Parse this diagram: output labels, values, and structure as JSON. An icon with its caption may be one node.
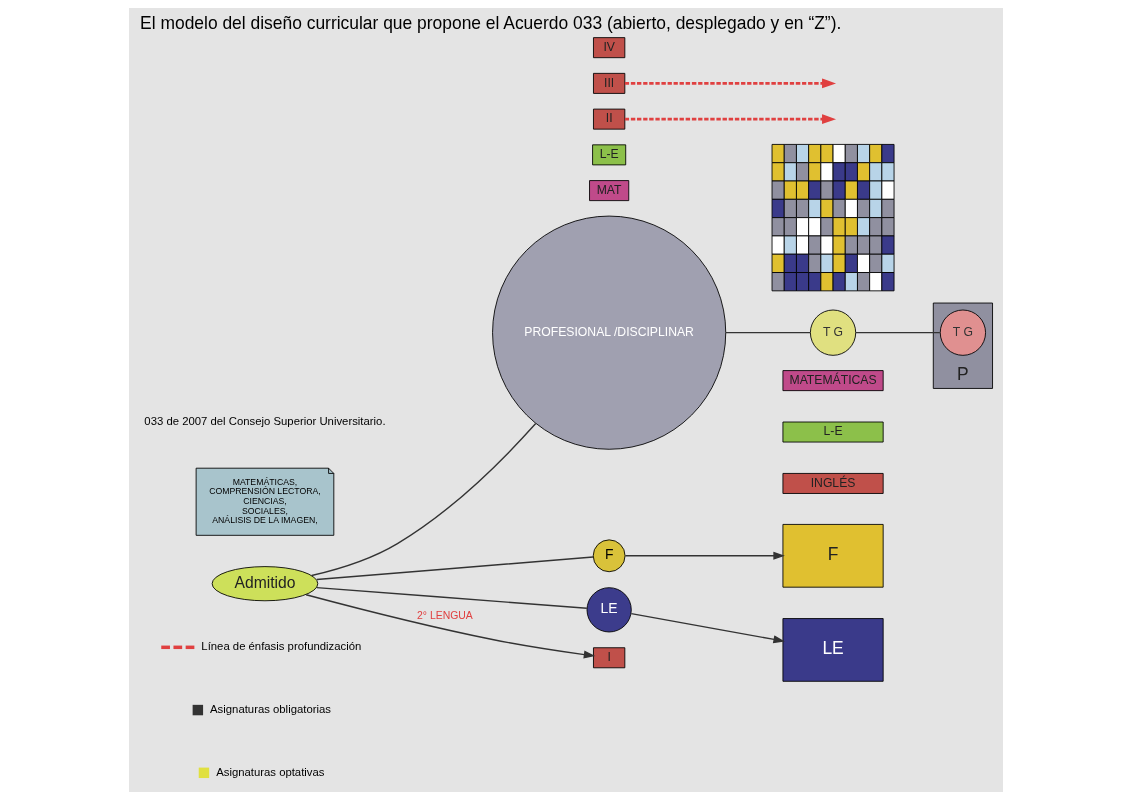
{
  "diagram": {
    "title": "El modelo del diseño curricular que propone el Acuerdo 033 (abierto, desplegado y en “Z”).",
    "nodes": [
      {
        "text": [
          "MATEMÁTICAS, COMPRENSIÓN LECTORA, CIENCIAS, SOCIALES, ANÁLISIS DE LA IMAGEN,"
        ]
      },
      {
        "text": [
          "Admitido"
        ]
      },
      {
        "text": [
          "F"
        ]
      },
      {
        "text": [
          "PROFESIONAL /DISCIPLINAR"
        ]
      },
      {
        "text": [
          "LE"
        ]
      },
      {
        "text": [
          "MAT"
        ]
      },
      {
        "text": [
          "L-E"
        ]
      },
      {
        "text": [
          "I"
        ]
      },
      {
        "text": [
          "II"
        ]
      },
      {
        "text": [
          "III"
        ]
      },
      {
        "text": [
          "IV"
        ]
      },
      {
        "text": [],
        "shape": "picture"
      },
      {
        "text": [
          "T G"
        ]
      },
      {
        "text": [
          "MATEMÁTICAS"
        ]
      },
      {
        "text": [
          "L-E"
        ]
      },
      {
        "text": [
          "INGLÉS"
        ]
      },
      {
        "text": [
          "F"
        ]
      },
      {
        "text": [
          "P"
        ]
      },
      {
        "text": [
          "T G"
        ],
        "in": 17
      },
      {
        "text": [
          "LE"
        ]
      }
    ],
    "edges": [
      {
        "from": 1,
        "to": 2,
        "arrow": "none"
      },
      {
        "from": 1,
        "to": 3,
        "arrow": "none"
      },
      {
        "from": 1,
        "to": 4,
        "arrow": "none"
      },
      {
        "from": 1,
        "to": 7,
        "arrow": "to",
        "label": "2° LENGUA"
      },
      {
        "from": 2,
        "to": 16,
        "arrow": "to"
      },
      {
        "from": 3,
        "to": 12,
        "arrow": "none"
      },
      {
        "from": 12,
        "to": 18,
        "arrow": "none"
      },
      {
        "from": 4,
        "to": 19,
        "arrow": "to"
      },
      {
        "from": 8,
        "to": null,
        "arrow": "to",
        "style": "dashed",
        "color": "#e04040"
      },
      {
        "from": 9,
        "to": null,
        "arrow": "to",
        "style": "dashed",
        "color": "#e04040"
      }
    ],
    "labels": [
      "033 de 2007 del Consejo Superior Universitario."
    ],
    "legend": [
      {
        "text": "Línea de énfasis profundización"
      },
      {
        "text": "Asignaturas obligatorias",
        "color": "#333333"
      },
      {
        "text": "Asignaturas optativas",
        "color": "#e0e040"
      }
    ]
  }
}
